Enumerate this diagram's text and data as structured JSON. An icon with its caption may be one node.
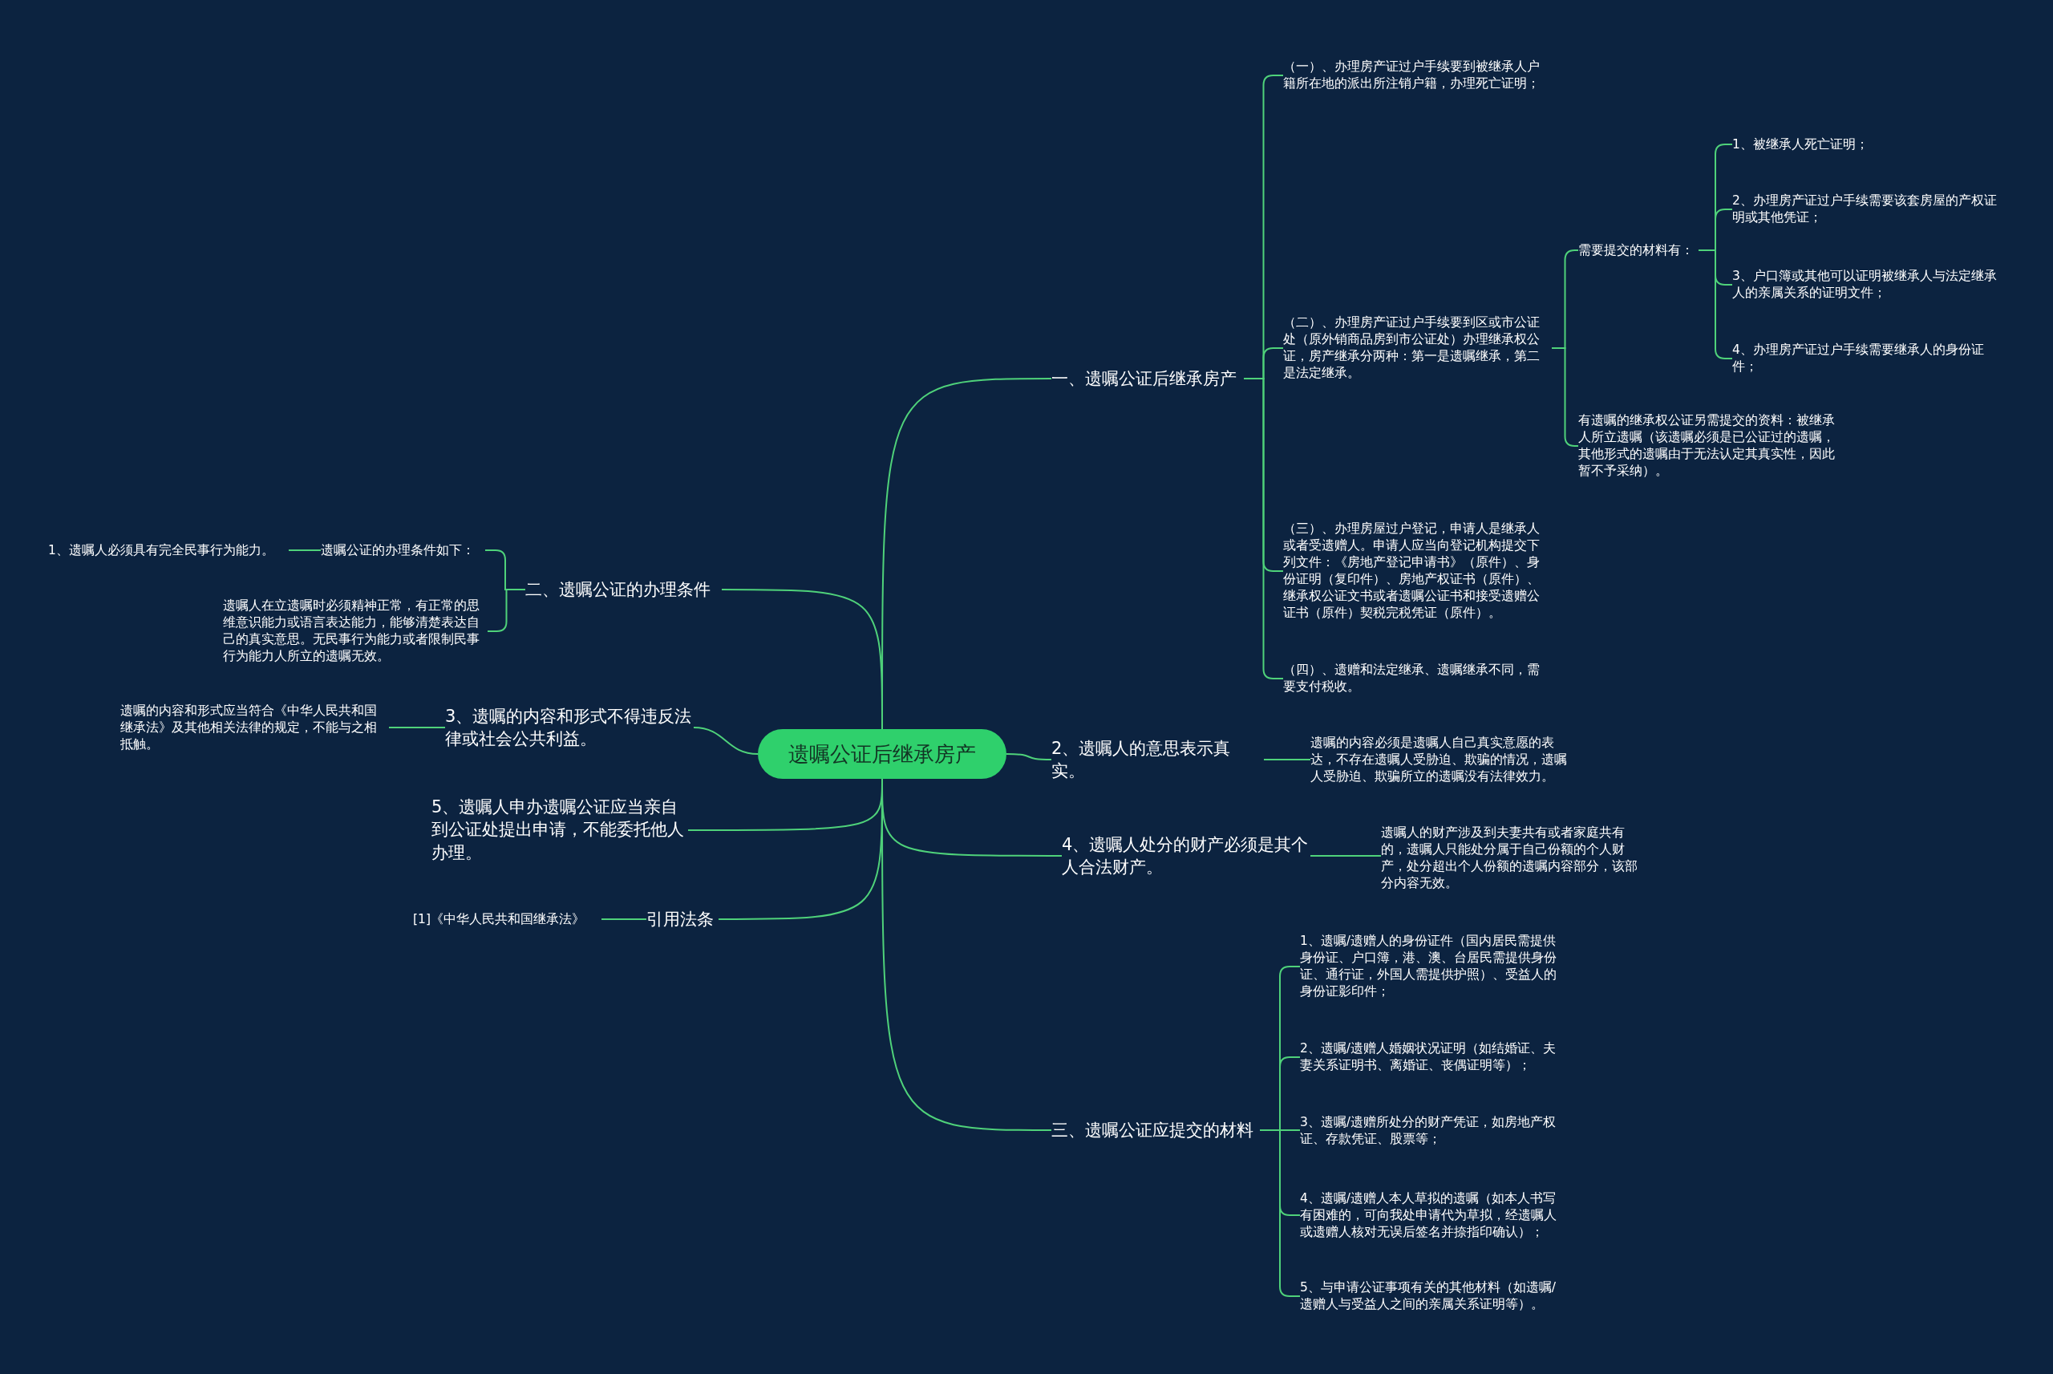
{
  "diagram": {
    "nodes": [
      {
        "text": [
          "遗嘱公证后继承房产"
        ]
      },
      {
        "text": [
          "一、遗嘱公证后继承房产"
        ]
      },
      {
        "text": [
          "（一）、办理房产证过户手续要到被继承人户籍所在地的派出所注销户籍，办理死亡证明；"
        ]
      },
      {
        "text": [
          "（二）、办理房产证过户手续要到区或市公证处（原外销商品房到市公证处）办理继承权公证，房产继承分两种：第一是遗嘱继承，第二是法定继承。"
        ]
      },
      {
        "text": [
          "需要提交的材料有："
        ]
      },
      {
        "text": [
          "1、被继承人死亡证明；"
        ]
      },
      {
        "text": [
          "2、办理房产证过户手续需要该套房屋的产权证明或其他凭证；"
        ]
      },
      {
        "text": [
          "3、户口簿或其他可以证明被继承人与法定继承人的亲属关系的证明文件；"
        ]
      },
      {
        "text": [
          "4、办理房产证过户手续需要继承人的身份证件；"
        ]
      },
      {
        "text": [
          "有遗嘱的继承权公证另需提交的资料：被继承人所立遗嘱（该遗嘱必须是已公证过的遗嘱，其他形式的遗嘱由于无法认定其真实性，因此暂不予采纳）。"
        ]
      },
      {
        "text": [
          "（三）、办理房屋过户登记，申请人是继承人或者受遗赠人。申请人应当向登记机构提交下列文件：《房地产登记申请书》（原件）、身份证明（复印件）、房地产权证书（原件）、继承权公证文书或者遗嘱公证书和接受遗赠公证书（原件）契税完税凭证（原件）。"
        ]
      },
      {
        "text": [
          "（四）、遗赠和法定继承、遗嘱继承不同，需要支付税收。"
        ]
      },
      {
        "text": [
          "二、遗嘱公证的办理条件"
        ]
      },
      {
        "text": [
          "遗嘱公证的办理条件如下："
        ]
      },
      {
        "text": [
          "1、遗嘱人必须具有完全民事行为能力。"
        ]
      },
      {
        "text": [
          "遗嘱人在立遗嘱时必须精神正常，有正常的思维意识能力或语言表达能力，能够清楚表达自己的真实意思。无民事行为能力或者限制民事行为能力人所立的遗嘱无效。"
        ]
      },
      {
        "text": [
          "3、遗嘱的内容和形式不得违反法律或社会公共利益。"
        ]
      },
      {
        "text": [
          "遗嘱的内容和形式应当符合《中华人民共和国继承法》及其他相关法律的规定，不能与之相抵触。"
        ]
      },
      {
        "text": [
          "5、遗嘱人申办遗嘱公证应当亲自到公证处提出申请，不能委托他人办理。"
        ]
      },
      {
        "text": [
          "引用法条"
        ]
      },
      {
        "text": [
          "[1]《中华人民共和国继承法》"
        ]
      },
      {
        "text": [
          "2、遗嘱人的意思表示真实。"
        ]
      },
      {
        "text": [
          "遗嘱的内容必须是遗嘱人自己真实意愿的表达，不存在遗嘱人受胁迫、欺骗的情况，遗嘱人受胁迫、欺骗所立的遗嘱没有法律效力。"
        ]
      },
      {
        "text": [
          "4、遗嘱人处分的财产必须是其个人合法财产。"
        ]
      },
      {
        "text": [
          "遗嘱人的财产涉及到夫妻共有或者家庭共有的，遗嘱人只能处分属于自己份额的个人财产，处分超出个人份额的遗嘱内容部分，该部分内容无效。"
        ]
      },
      {
        "text": [
          "三、遗嘱公证应提交的材料"
        ]
      },
      {
        "text": [
          "1、遗嘱/遗赠人的身份证件（国内居民需提供身份证、户口簿，港、澳、台居民需提供身份证、通行证，外国人需提供护照）、受益人的身份证影印件；"
        ]
      },
      {
        "text": [
          "2、遗嘱/遗赠人婚姻状况证明（如结婚证、夫妻关系证明书、离婚证、丧偶证明等）；"
        ]
      },
      {
        "text": [
          "3、遗嘱/遗赠所处分的财产凭证，如房地产权证、存款凭证、股票等；"
        ]
      },
      {
        "text": [
          "4、遗嘱/遗赠人本人草拟的遗嘱（如本人书写有困难的，可向我处申请代为草拟，经遗嘱人或遗赠人核对无误后签名并捺指印确认）；"
        ]
      },
      {
        "text": [
          "5、与申请公证事项有关的其他材料（如遗嘱/遗赠人与受益人之间的亲属关系证明等）。"
        ]
      }
    ],
    "edges": [
      {
        "from": 0,
        "to": 1,
        "arrow": "none"
      },
      {
        "from": 1,
        "to": 2,
        "arrow": "none"
      },
      {
        "from": 1,
        "to": 3,
        "arrow": "none"
      },
      {
        "from": 3,
        "to": 4,
        "arrow": "none"
      },
      {
        "from": 4,
        "to": 5,
        "arrow": "none"
      },
      {
        "from": 4,
        "to": 6,
        "arrow": "none"
      },
      {
        "from": 4,
        "to": 7,
        "arrow": "none"
      },
      {
        "from": 4,
        "to": 8,
        "arrow": "none"
      },
      {
        "from": 3,
        "to": 9,
        "arrow": "none"
      },
      {
        "from": 1,
        "to": 10,
        "arrow": "none"
      },
      {
        "from": 1,
        "to": 11,
        "arrow": "none"
      },
      {
        "from": 0,
        "to": 12,
        "arrow": "none"
      },
      {
        "from": 12,
        "to": 13,
        "arrow": "none"
      },
      {
        "from": 13,
        "to": 14,
        "arrow": "none"
      },
      {
        "from": 12,
        "to": 15,
        "arrow": "none"
      },
      {
        "from": 0,
        "to": 16,
        "arrow": "none"
      },
      {
        "from": 16,
        "to": 17,
        "arrow": "none"
      },
      {
        "from": 0,
        "to": 18,
        "arrow": "none"
      },
      {
        "from": 0,
        "to": 19,
        "arrow": "none"
      },
      {
        "from": 19,
        "to": 20,
        "arrow": "none"
      },
      {
        "from": 0,
        "to": 21,
        "arrow": "none"
      },
      {
        "from": 21,
        "to": 22,
        "arrow": "none"
      },
      {
        "from": 0,
        "to": 23,
        "arrow": "none"
      },
      {
        "from": 23,
        "to": 24,
        "arrow": "none"
      },
      {
        "from": 0,
        "to": 25,
        "arrow": "none"
      },
      {
        "from": 25,
        "to": 26,
        "arrow": "none"
      },
      {
        "from": 25,
        "to": 27,
        "arrow": "none"
      },
      {
        "from": 25,
        "to": 28,
        "arrow": "none"
      },
      {
        "from": 25,
        "to": 29,
        "arrow": "none"
      },
      {
        "from": 25,
        "to": 30,
        "arrow": "none"
      }
    ]
  }
}
